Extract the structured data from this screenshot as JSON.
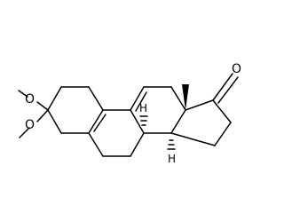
{
  "molecule": {
    "atoms": {
      "o_keto": "O",
      "o_methoxy_upper": "O",
      "o_methoxy_lower": "O",
      "h_c8": "H",
      "h_c14": "H"
    }
  }
}
